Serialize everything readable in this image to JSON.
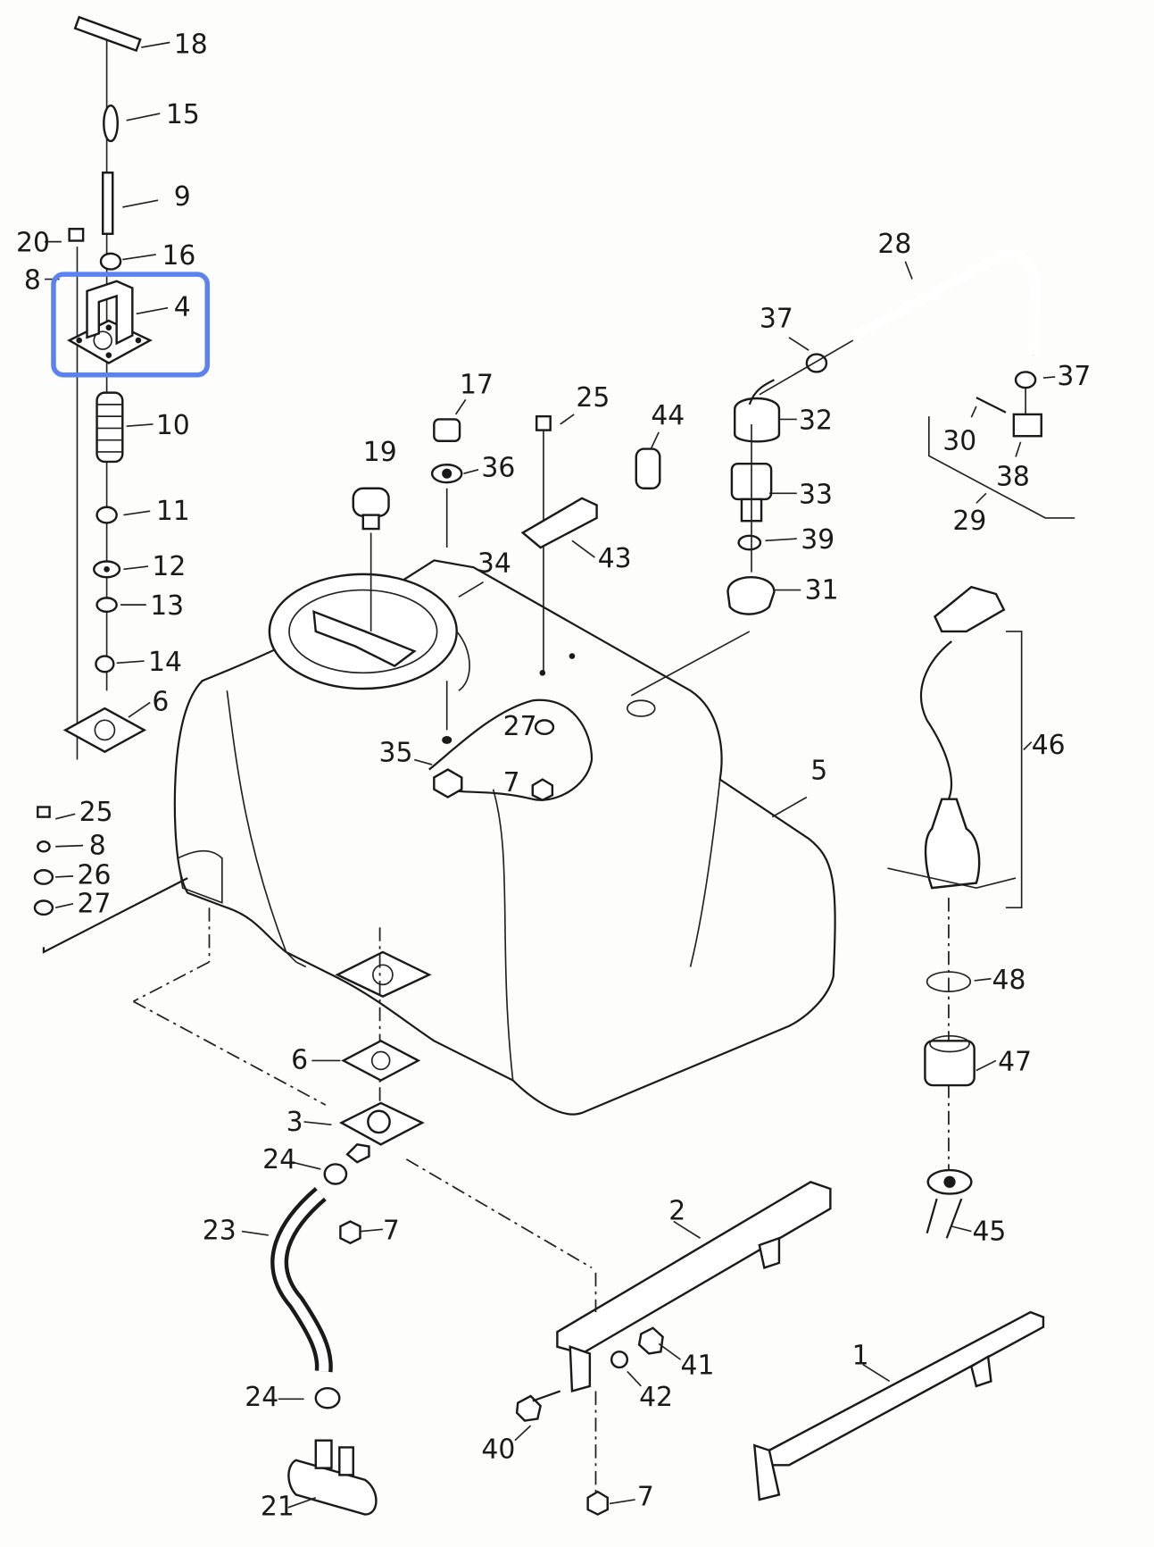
{
  "diagram": {
    "type": "exploded-parts-view",
    "highlighted_part": "4",
    "highlight_color": "#5b82f0",
    "labels": [
      "18",
      "15",
      "9",
      "20",
      "16",
      "8",
      "4",
      "10",
      "11",
      "12",
      "13",
      "14",
      "6",
      "25",
      "8",
      "26",
      "27",
      "19",
      "17",
      "36",
      "25",
      "44",
      "43",
      "34",
      "35",
      "27",
      "7",
      "5",
      "28",
      "37",
      "37",
      "32",
      "33",
      "39",
      "31",
      "30",
      "38",
      "29",
      "46",
      "48",
      "47",
      "45",
      "6",
      "3",
      "24",
      "7",
      "23",
      "2",
      "41",
      "42",
      "40",
      "1",
      "24",
      "21",
      "7"
    ]
  }
}
